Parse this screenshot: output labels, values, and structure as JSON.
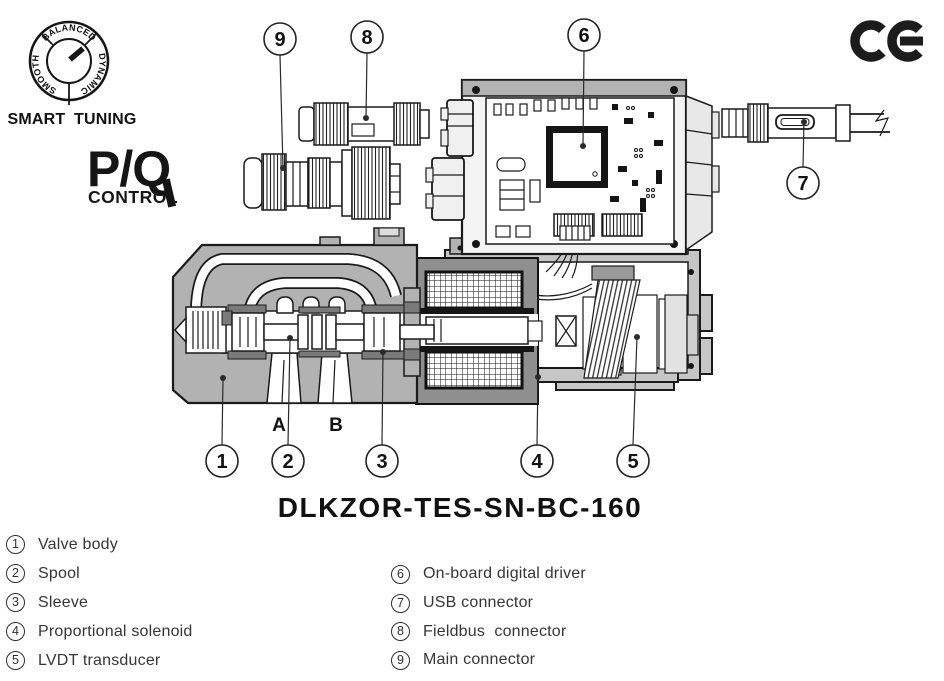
{
  "badges": {
    "smart_tuning": {
      "label": "SMART TUNING",
      "dial_segments": {
        "top": "BALANCED",
        "right": "DYNAMIC",
        "left": "SMOOTH"
      }
    },
    "pq_control": {
      "big": "P/Q",
      "small": "CONTROL"
    },
    "ce_mark": "CE"
  },
  "diagram": {
    "title": "DLKZOR-TES-SN-BC-160",
    "port_labels": {
      "a": "A",
      "b": "B"
    }
  },
  "legend": {
    "left": [
      {
        "number": "1",
        "label": "Valve body"
      },
      {
        "number": "2",
        "label": "Spool"
      },
      {
        "number": "3",
        "label": "Sleeve"
      },
      {
        "number": "4",
        "label": "Proportional solenoid"
      },
      {
        "number": "5",
        "label": "LVDT transducer"
      }
    ],
    "right": [
      {
        "number": "6",
        "label": "On-board digital driver"
      },
      {
        "number": "7",
        "label": "USB connector"
      },
      {
        "number": "8",
        "label": "Fieldbus  connector"
      },
      {
        "number": "9",
        "label": "Main connector"
      }
    ]
  },
  "colors": {
    "line": "#1a1a1a",
    "body_gray": "#b2b2b2",
    "housing_gray": "#c6c6c6",
    "dark_gray": "#7a7a7a"
  }
}
